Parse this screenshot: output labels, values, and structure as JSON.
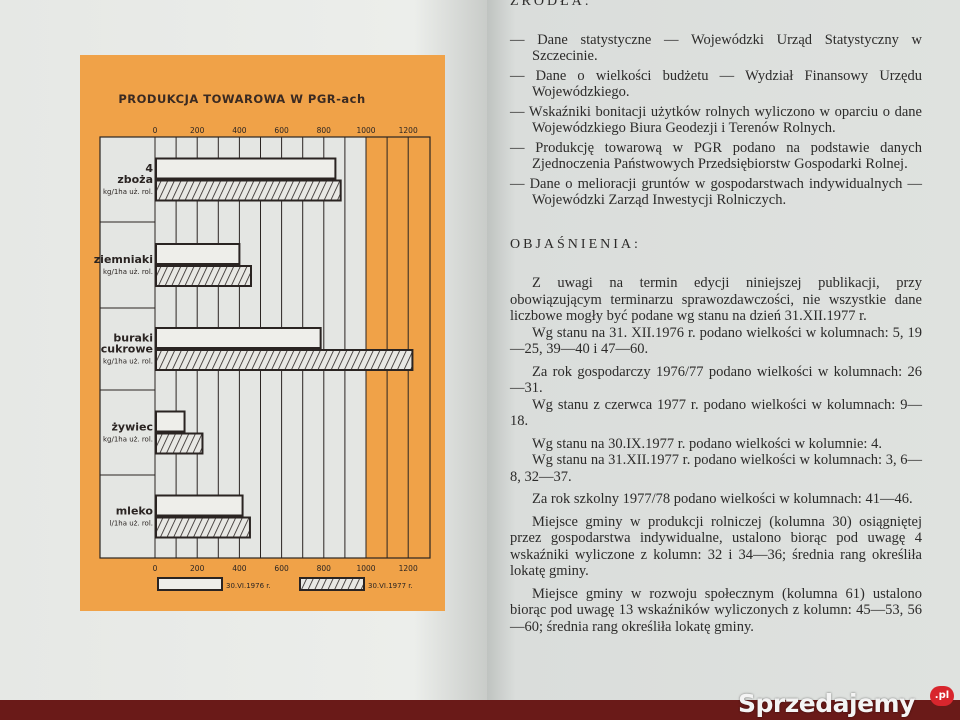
{
  "left_page": {
    "chart_data": {
      "type": "bar",
      "orientation": "horizontal",
      "title": "PRODUKCJA TOWAROWA W PGR-ach",
      "categories": [
        {
          "name": "4 zboża",
          "unit": "kg/1ha uż. rol."
        },
        {
          "name": "ziemniaki",
          "unit": "kg/1ha uż. rol."
        },
        {
          "name": "buraki cukrowe",
          "unit": "kg/1ha uż. rol."
        },
        {
          "name": "żywiec",
          "unit": "kg/1ha uż. rol."
        },
        {
          "name": "mleko",
          "unit": "l/1ha uż. rol."
        }
      ],
      "series": [
        {
          "name": "30.VI.1976 r.",
          "pattern": "white",
          "values": [
            855,
            400,
            785,
            140,
            415
          ]
        },
        {
          "name": "30.VI.1977 r.",
          "pattern": "hatched",
          "values": [
            880,
            455,
            1220,
            225,
            450
          ]
        }
      ],
      "xticks": [
        "0",
        "200",
        "400",
        "600",
        "800",
        "1000",
        "1200"
      ],
      "xlim": [
        0,
        1300
      ],
      "grid": true,
      "legend": "bottom",
      "colors": {
        "background": "#f0a248",
        "plot": "#e4e6e3",
        "ink": "#2a2422"
      }
    }
  },
  "right_page": {
    "sources_heading": "ŹRÓDŁA:",
    "sources": [
      "— Dane statystyczne — Wojewódzki Urząd Statystyczny w Szczecinie.",
      "— Dane o wielkości budżetu — Wydział Finansowy Urzędu Wojewódzkiego.",
      "— Wskaźniki bonitacji użytków rolnych wyliczono w oparciu o dane Wojewódzkiego Biura Geodezji i Terenów Rolnych.",
      "— Produkcję towarową w PGR podano na podstawie danych Zjednoczenia Państwowych Przedsiębiorstw Gospodarki Rolnej.",
      "— Dane o melioracji gruntów w gospodarstwach indywidualnych — Wojewódzki Zarząd Inwestycji Rolniczych."
    ],
    "explanations_heading": "OBJAŚNIENIA:",
    "paragraphs": [
      "Z uwagi na termin edycji niniejszej publikacji, przy obowiązującym terminarzu sprawozdawczości, nie wszystkie dane liczbowe mogły być podane wg stanu na dzień 31.XII.1977 r.",
      "Wg stanu na 31. XII.1976 r. podano wielkości w kolumnach: 5, 19—25, 39—40 i 47—60.",
      "Za rok gospodarczy 1976/77 podano wielkości w kolumnach: 26—31.",
      "Wg stanu z czerwca 1977 r. podano wielkości w kolumnach: 9—18.",
      "Wg stanu na 30.IX.1977 r. podano wielkości w kolumnie: 4.",
      "Wg stanu na 31.XII.1977 r. podano wielkości w kolumnach: 3, 6—8, 32—37.",
      "Za rok szkolny 1977/78 podano wielkości w kolumnach: 41—46.",
      "Miejsce gminy w produkcji rolniczej (kolumna 30) osiągniętej przez gospodarstwa indywidualne, ustalono biorąc pod uwagę 4 wskaźniki wyliczone z kolumn: 32 i 34—36; średnia rang określiła lokatę gminy.",
      "Miejsce gminy w rozwoju społecznym (kolumna 61) ustalono biorąc pod uwagę 13 wskaźników wyliczonych z kolumn: 45—53, 56—60; średnia rang określiła lokatę gminy."
    ]
  },
  "watermark": {
    "text": "Sprzedajemy",
    "suffix": ".pl"
  }
}
